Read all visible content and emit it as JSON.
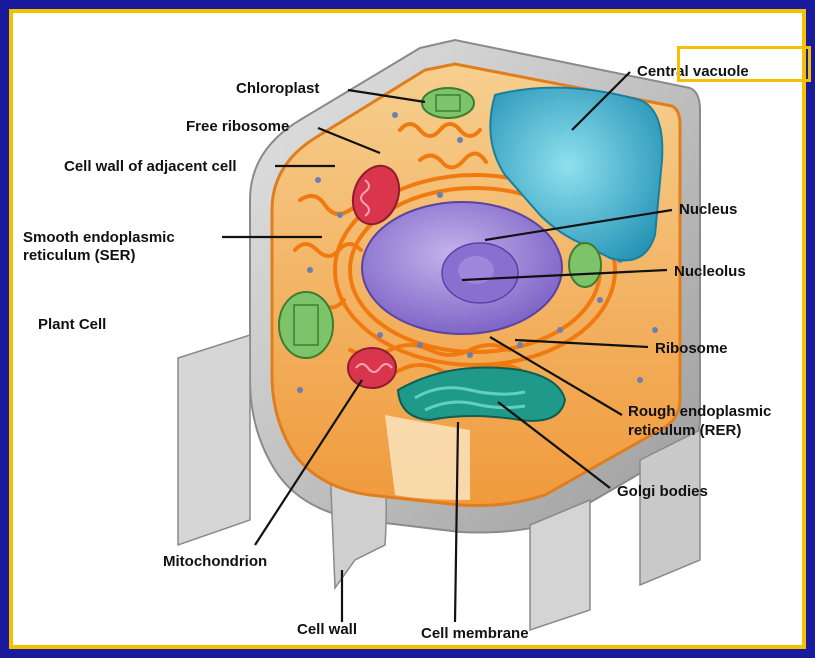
{
  "title": "Plant Cell",
  "labels": {
    "chloroplast": "Chloroplast",
    "free_ribosome": "Free ribosome",
    "cell_wall_adjacent": "Cell wall of adjacent cell",
    "ser_line1": "Smooth endoplasmic",
    "ser_line2": "reticulum (SER)",
    "central_vacuole": "Central vacuole",
    "nucleus": "Nucleus",
    "nucleolus": "Nucleolus",
    "ribosome": "Ribosome",
    "rer_line1": "Rough endoplasmic",
    "rer_line2": "reticulum (RER)",
    "golgi": "Golgi bodies",
    "mitochondrion": "Mitochondrion",
    "cell_wall": "Cell wall",
    "cell_membrane": "Cell membrane"
  },
  "colors": {
    "background": "#1a1a9c",
    "frame_border": "#f2c200",
    "highlight": "#f4c000",
    "cell_wall": "#b9b9b9",
    "cytoplasm": "#f2a24a",
    "nucleus": "#9b82d6",
    "vacuole": "#3fb6d1",
    "chloroplast": "#7cc36a",
    "mitochondrion": "#d9364e",
    "golgi": "#1f9a8a"
  }
}
